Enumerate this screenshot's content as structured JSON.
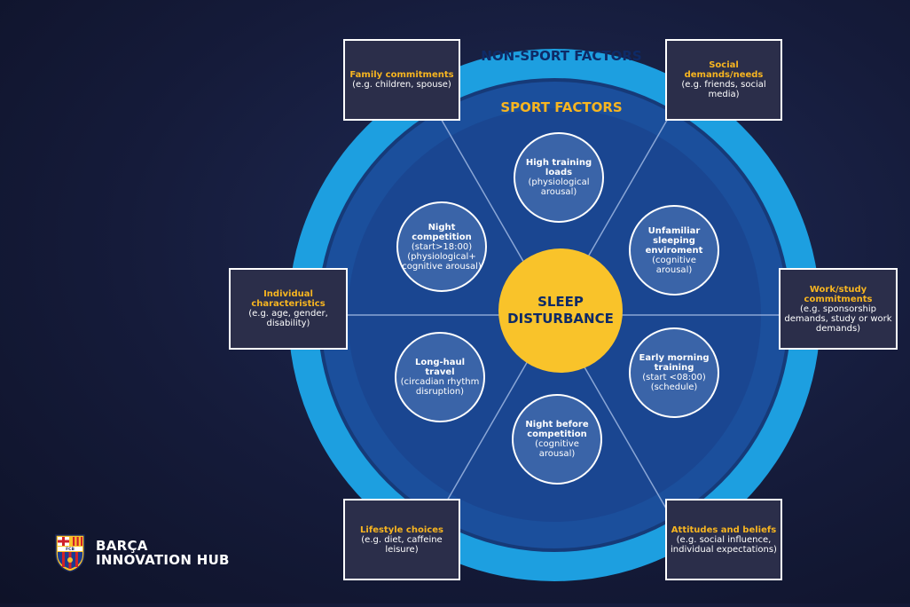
{
  "labels": {
    "outer_ring": "NON-SPORT FACTORS",
    "inner_ring": "SPORT FACTORS",
    "center_line1": "SLEEP",
    "center_line2": "DISTURBANCE"
  },
  "non_sport_factors": [
    {
      "title": "Family commitments",
      "desc": "(e.g. children, spouse)"
    },
    {
      "title": "Social demands/needs",
      "desc": "(e.g. friends, social media)"
    },
    {
      "title": "Individual characteristics",
      "desc": "(e.g. age, gender, disability)"
    },
    {
      "title": "Work/study commitments",
      "desc": "(e.g. sponsorship demands, study or work demands)"
    },
    {
      "title": "Lifestyle choices",
      "desc": "(e.g. diet, caffeine leisure)"
    },
    {
      "title": "Attitudes and beliefs",
      "desc": "(e.g. social influence, individual expectations)"
    }
  ],
  "sport_factors": [
    {
      "title": "High training loads",
      "desc": "(physiological arousal)"
    },
    {
      "title": "Unfamiliar sleeping enviroment",
      "desc": "(cognitive arousal)"
    },
    {
      "title": "Early morning training",
      "desc": "(start <08:00) (schedule)"
    },
    {
      "title": "Night before competition",
      "desc": "(cognitive arousal)"
    },
    {
      "title": "Long-haul travel",
      "desc": "(circadian rhythm disruption)"
    },
    {
      "title": "Night competition",
      "desc": "(start>18:00) (physiological+ cognitive arousal)"
    }
  ],
  "brand": {
    "line1": "BARÇA",
    "line2": "INNOVATION HUB",
    "crest_letters": "FCB"
  },
  "colors": {
    "outer_ring": "#1d9fe0",
    "inner_ring": "#1b4f9c",
    "bubble": "#3a64a8",
    "center": "#f9c32a",
    "accent_text": "#f7b520"
  }
}
